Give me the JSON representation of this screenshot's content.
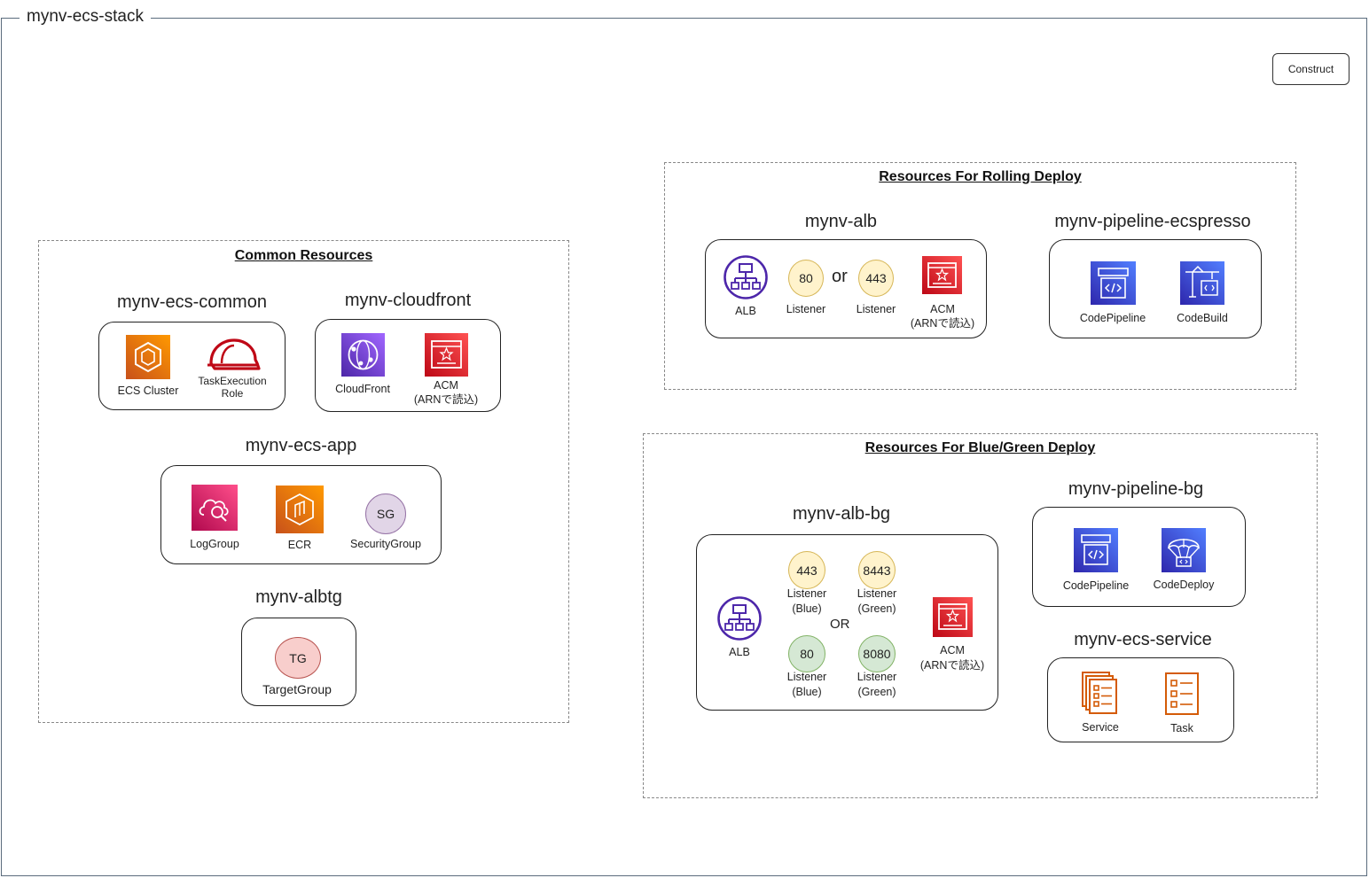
{
  "stack": {
    "title": "mynv-ecs-stack"
  },
  "legend": {
    "construct": "Construct"
  },
  "common": {
    "title": "Common Resources",
    "ecs_common": {
      "name": "mynv-ecs-common",
      "ecs_cluster": "ECS Cluster",
      "task_role_1": "TaskExecution",
      "task_role_2": "Role"
    },
    "cloudfront": {
      "name": "mynv-cloudfront",
      "cloudfront": "CloudFront",
      "acm": "ACM",
      "acm_note": "(ARNで読込)"
    },
    "ecs_app": {
      "name": "mynv-ecs-app",
      "loggroup": "LogGroup",
      "ecr": "ECR",
      "sg_badge": "SG",
      "securitygroup": "SecurityGroup"
    },
    "albtg": {
      "name": "mynv-albtg",
      "tg_badge": "TG",
      "targetgroup": "TargetGroup"
    }
  },
  "rolling": {
    "title": "Resources For Rolling Deploy",
    "alb": {
      "name": "mynv-alb",
      "alb": "ALB",
      "port80": "80",
      "listener1": "Listener",
      "or": "or",
      "port443": "443",
      "listener2": "Listener",
      "acm": "ACM",
      "acm_note": "(ARNで読込)"
    },
    "pipeline": {
      "name": "mynv-pipeline-ecspresso",
      "codepipeline": "CodePipeline",
      "codebuild": "CodeBuild"
    }
  },
  "bluegreen": {
    "title": "Resources For Blue/Green Deploy",
    "alb": {
      "name": "mynv-alb-bg",
      "alb": "ALB",
      "p443": "443",
      "p443_l1": "Listener",
      "p443_l2": "(Blue)",
      "p8443": "8443",
      "p8443_l1": "Listener",
      "p8443_l2": "(Green)",
      "or": "OR",
      "p80": "80",
      "p80_l1": "Listener",
      "p80_l2": "(Blue)",
      "p8080": "8080",
      "p8080_l1": "Listener",
      "p8080_l2": "(Green)",
      "acm": "ACM",
      "acm_note": "(ARNで読込)"
    },
    "pipeline": {
      "name": "mynv-pipeline-bg",
      "codepipeline": "CodePipeline",
      "codedeploy": "CodeDeploy"
    },
    "service": {
      "name": "mynv-ecs-service",
      "service": "Service",
      "task": "Task"
    }
  },
  "colors": {
    "ecs_orange": "#ed7100",
    "security_red": "#dd344c",
    "network_purple": "#8c4fff",
    "devtools_blue": "#4d72f3",
    "mgmt_pink": "#e7157b"
  },
  "icons": [
    "ecs-icon",
    "iam-role-icon",
    "cloudfront-icon",
    "acm-icon",
    "cloudwatch-logs-icon",
    "ecr-icon",
    "alb-icon",
    "codepipeline-icon",
    "codebuild-icon",
    "codedeploy-icon",
    "ecs-service-icon",
    "ecs-task-icon"
  ]
}
